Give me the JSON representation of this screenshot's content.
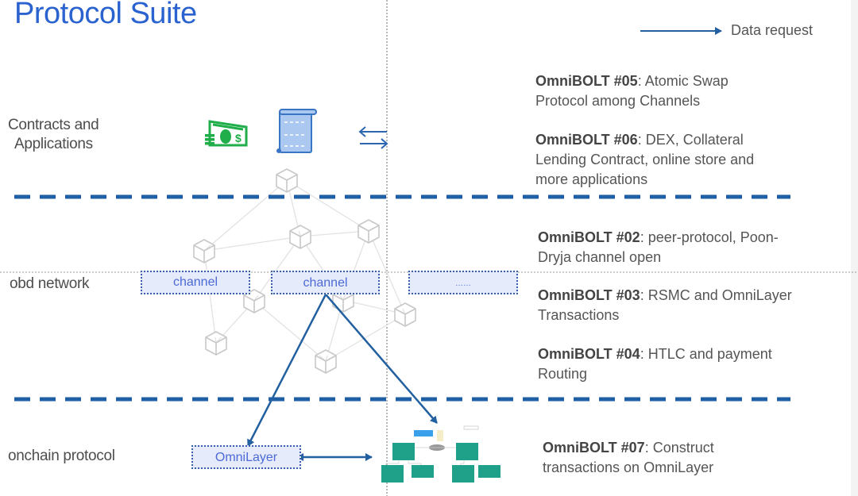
{
  "title": "Protocol Suite",
  "legend": {
    "label": "Data request",
    "icon": "arrow-right-icon"
  },
  "layers": [
    {
      "id": "contracts",
      "label_lines": [
        "Contracts and",
        "Applications"
      ]
    },
    {
      "id": "network",
      "label_lines": [
        "obd network"
      ]
    },
    {
      "id": "onchain",
      "label_lines": [
        "onchain protocol"
      ]
    }
  ],
  "icons": {
    "money": "money-icon",
    "contract": "contract-scroll-icon",
    "exchange": "exchange-arrows-icon",
    "node": "cube-node-icon",
    "tx_diagram": "transaction-diagram-thumbnail"
  },
  "colors": {
    "title": "#2a63cf",
    "divider": "#1f5fa6",
    "arrow": "#2360a0",
    "box_border": "#3a5fa8",
    "box_fill": "#e6ebfb",
    "box_text": "#4b6ad6",
    "money": "#1fae4a",
    "scroll": "#aac8f0",
    "node": "#c8c8c8",
    "tx_node": "#1ea089"
  },
  "network_boxes": [
    {
      "label": "channel"
    },
    {
      "label": "channel"
    },
    {
      "label": "……"
    }
  ],
  "onchain_box": {
    "label": "OmniLayer"
  },
  "descriptions": {
    "d05": {
      "bold": "OmniBOLT #05",
      "rest": ": Atomic Swap",
      "line2": "Protocol among Channels"
    },
    "d06": {
      "bold": "OmniBOLT #06",
      "rest": ": DEX, Collateral",
      "line2": "Lending Contract, online store and",
      "line3": "more applications"
    },
    "d02": {
      "bold": "OmniBOLT #02",
      "rest": ": peer-protocol, Poon-",
      "line2": "Dryja channel open"
    },
    "d03": {
      "bold": "OmniBOLT #03",
      "rest": ": RSMC and OmniLayer",
      "line2": "Transactions"
    },
    "d04": {
      "bold": "OmniBOLT #04",
      "rest": ": HTLC and payment",
      "line2": "Routing"
    },
    "d07": {
      "bold": "OmniBOLT #07",
      "rest": ": Construct",
      "line2": "transactions on OmniLayer"
    }
  }
}
